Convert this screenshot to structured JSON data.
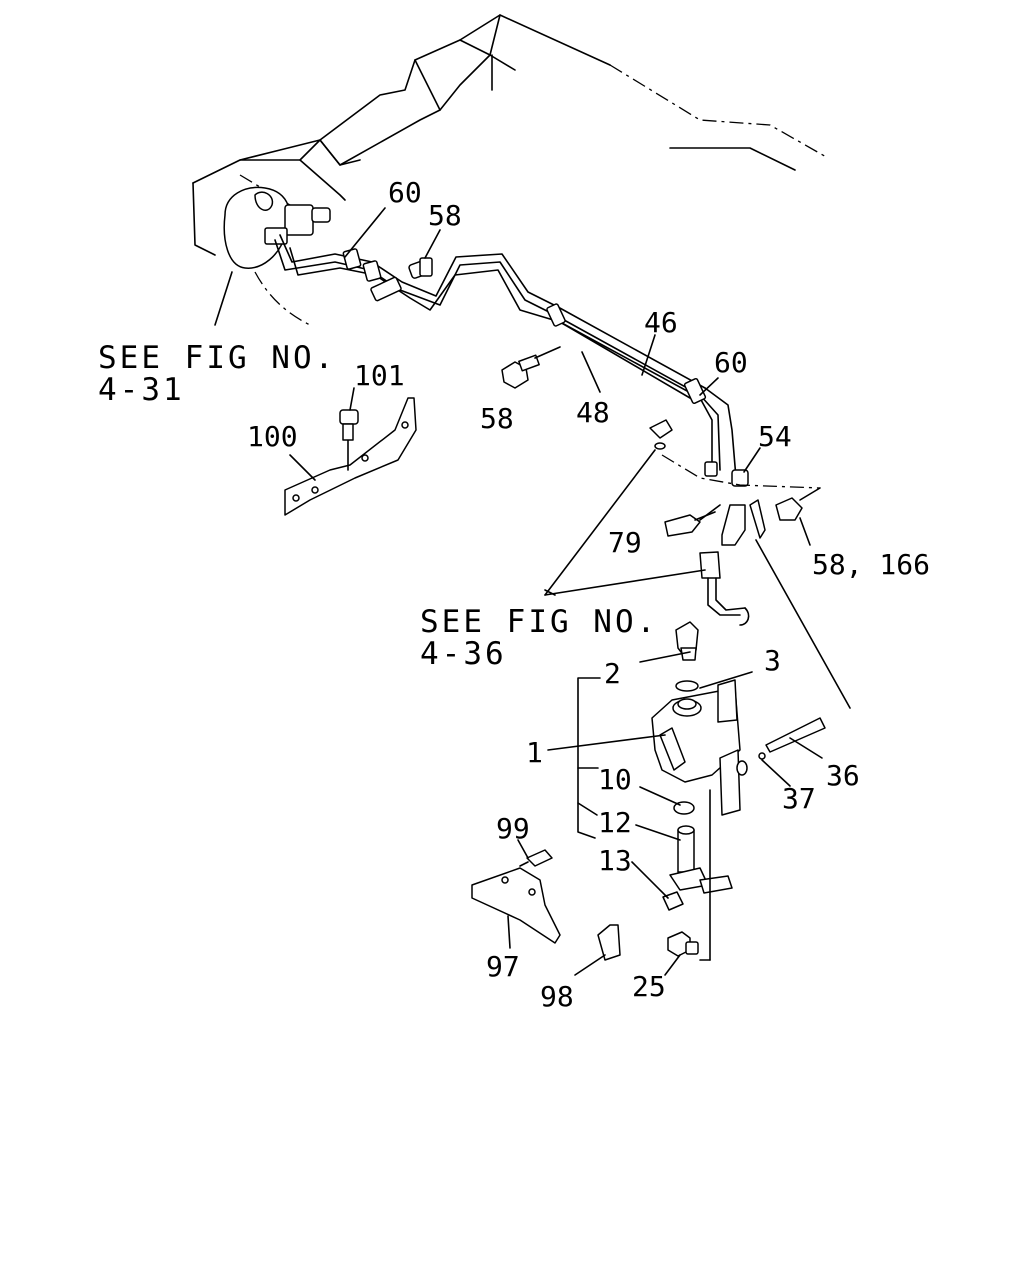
{
  "references": {
    "fig_4_31": {
      "line1": "SEE FIG NO.",
      "line2": "4-31"
    },
    "fig_4_36": {
      "line1": "SEE FIG NO.",
      "line2": "4-36"
    }
  },
  "callouts": {
    "c60a": "60",
    "c58a": "58",
    "c46": "46",
    "c60b": "60",
    "c101": "101",
    "c100": "100",
    "c58b": "58",
    "c48": "48",
    "c54": "54",
    "c79": "79",
    "c58_166": "58, 166",
    "c2": "2",
    "c3": "3",
    "c1": "1",
    "c10": "10",
    "c37": "37",
    "c36": "36",
    "c99": "99",
    "c12": "12",
    "c13": "13",
    "c97": "97",
    "c98": "98",
    "c25": "25"
  }
}
